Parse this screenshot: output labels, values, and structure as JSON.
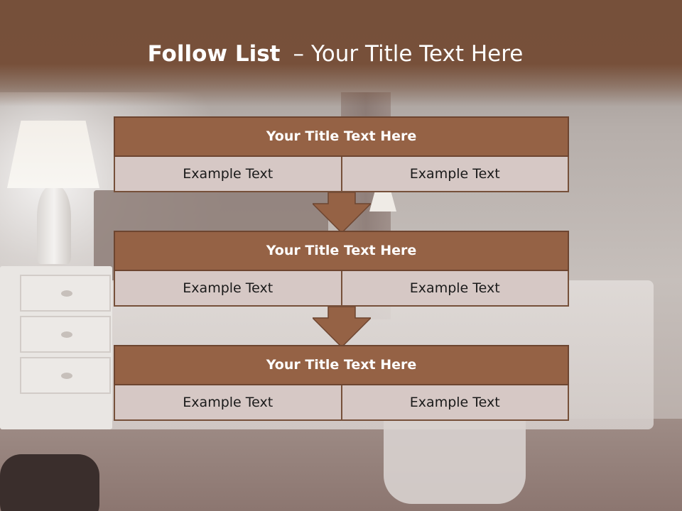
{
  "header": {
    "title_bold": "Follow List",
    "title_dash": "–",
    "title_rest": "Your Title Text Here"
  },
  "blocks": [
    {
      "title": "Your Title Text Here",
      "left": "Example Text",
      "right": "Example Text"
    },
    {
      "title": "Your Title Text Here",
      "left": "Example Text",
      "right": "Example Text"
    },
    {
      "title": "Your Title Text Here",
      "left": "Example Text",
      "right": "Example Text"
    }
  ],
  "colors": {
    "header_brown": "#76503a",
    "block_title_fill": "#956245",
    "cell_fill": "#d6c8c5",
    "arrow_fill": "#956245"
  }
}
